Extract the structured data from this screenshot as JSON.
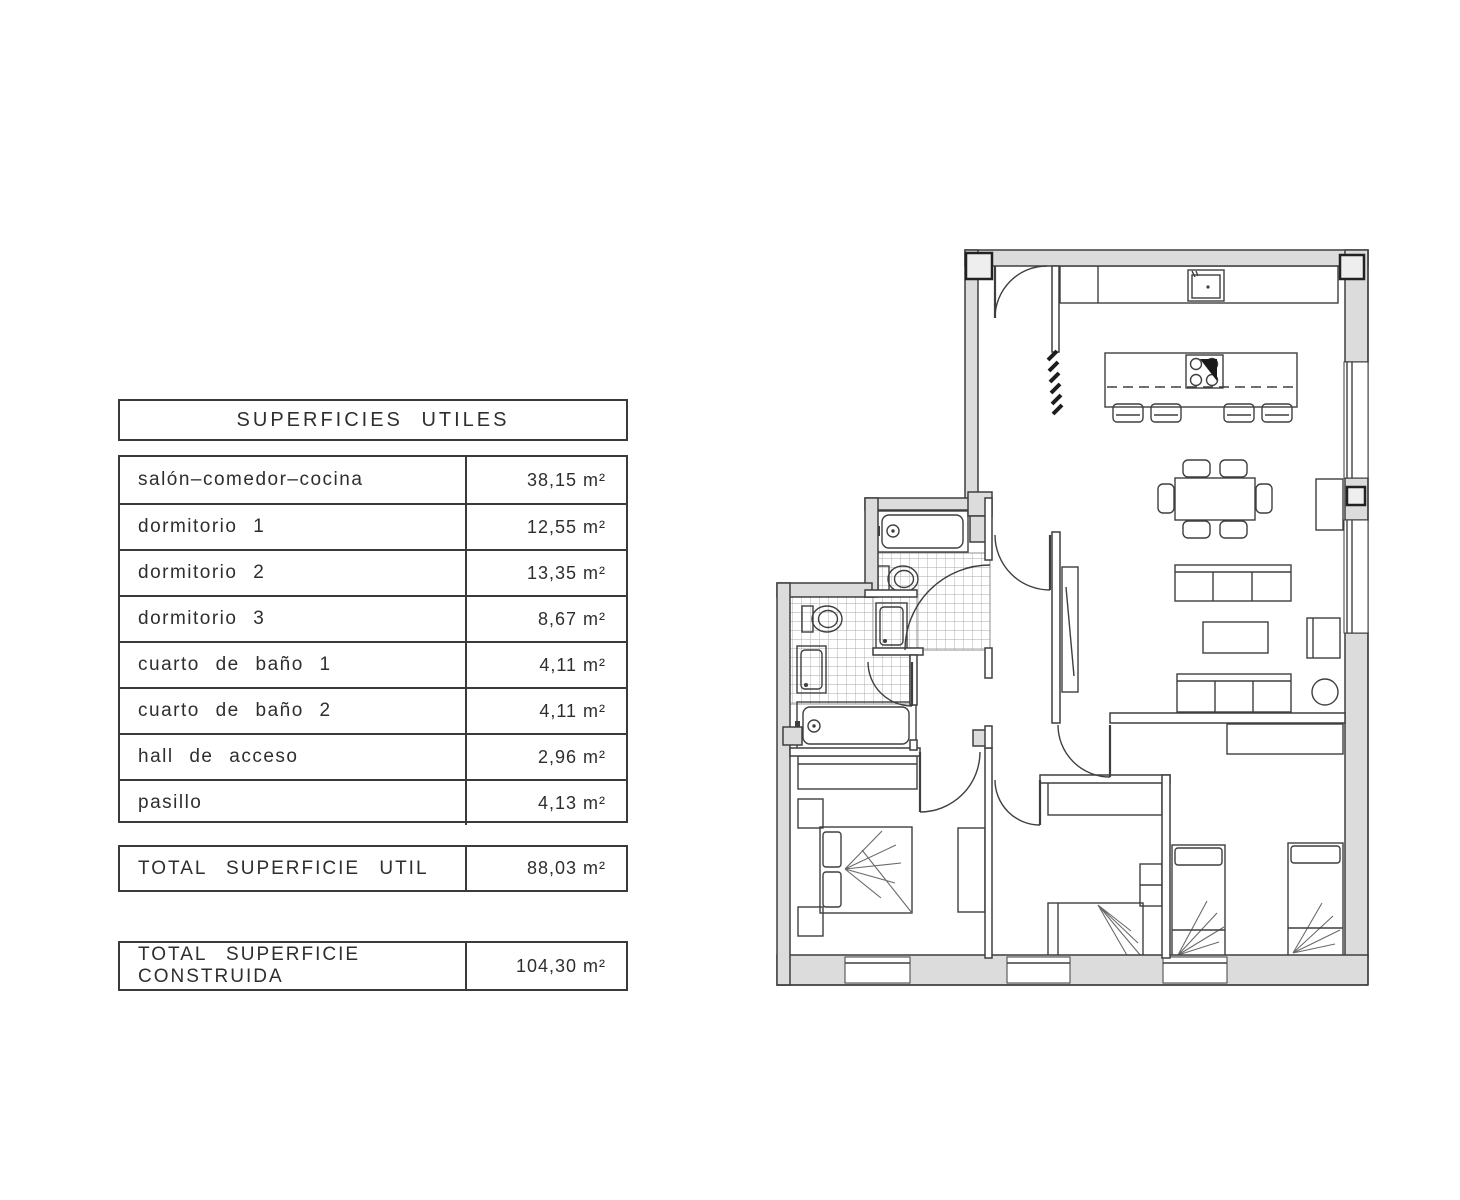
{
  "areas_table": {
    "header": "SUPERFICIES UTILES",
    "rows": [
      {
        "label": "salón–comedor–cocina",
        "value": "38,15 m²"
      },
      {
        "label": "dormitorio 1",
        "value": "12,55 m²"
      },
      {
        "label": "dormitorio 2",
        "value": "13,35 m²"
      },
      {
        "label": "dormitorio 3",
        "value": "8,67 m²"
      },
      {
        "label": "cuarto de baño 1",
        "value": "4,11 m²"
      },
      {
        "label": "cuarto de baño 2",
        "value": "4,11 m²"
      },
      {
        "label": "hall de acceso",
        "value": "2,96 m²"
      },
      {
        "label": "pasillo",
        "value": "4,13 m²"
      }
    ],
    "total_util": {
      "label": "TOTAL SUPERFICIE UTIL",
      "value": "88,03 m²"
    },
    "total_construida": {
      "label": "TOTAL SUPERFICIE CONSTRUIDA",
      "value": "104,30 m²"
    }
  },
  "floor_plan": {
    "rooms": [
      "salón-comedor-cocina",
      "dormitorio 1",
      "dormitorio 2",
      "dormitorio 3",
      "cuarto de baño 1",
      "cuarto de baño 2",
      "hall de acceso",
      "pasillo"
    ],
    "features": [
      "entrance-door",
      "kitchen-counter",
      "kitchen-sink",
      "kitchen-island",
      "cooktop",
      "bar-stools",
      "dining-table-six-chairs",
      "sofa",
      "coffee-table",
      "armchair",
      "round-side-table",
      "hall-cabinet",
      "bathtub-1",
      "toilet-1",
      "washbasin-1",
      "bathtub-2",
      "toilet-2",
      "washbasin-2",
      "double-bed",
      "single-beds",
      "wardrobes",
      "nightstands",
      "windows"
    ],
    "colors": {
      "wall_fill": "#dcdcdc",
      "line": "#3f3f3f",
      "tile_line": "#a8a8a8",
      "background": "#ffffff"
    }
  }
}
